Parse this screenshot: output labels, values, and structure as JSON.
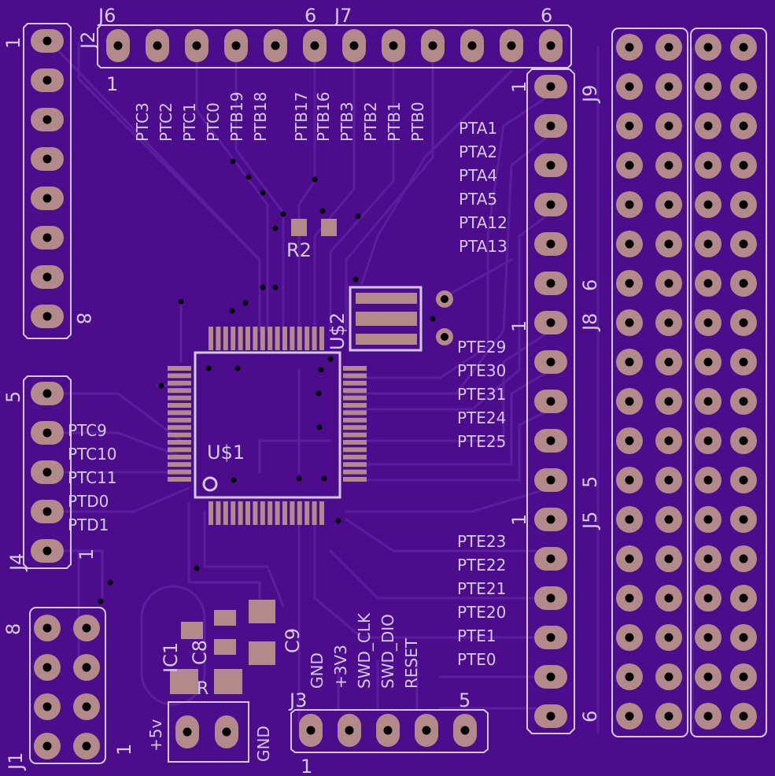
{
  "colors": {
    "board": "#4b0d8c",
    "board_edge": "#3a0a6e",
    "trace": "#5a1fa0",
    "pad": "#b38a8a",
    "silk": "#d6c8ea",
    "drill": "#000000"
  },
  "connectors": [
    {
      "ref": "J6",
      "pin_labels": [
        "1",
        "6"
      ]
    },
    {
      "ref": "J7",
      "pin_labels": [
        "6"
      ]
    },
    {
      "ref": "J2",
      "pin_labels": [
        "1",
        "8"
      ]
    },
    {
      "ref": "J9",
      "pin_labels": [
        "1",
        "6"
      ]
    },
    {
      "ref": "J8",
      "pin_labels": [
        "1"
      ]
    },
    {
      "ref": "J5",
      "pin_labels": [
        "5",
        "1",
        "6"
      ]
    },
    {
      "ref": "J4",
      "pin_labels": [
        "5",
        "1"
      ]
    },
    {
      "ref": "J1",
      "pin_labels": [
        "8",
        "1"
      ]
    },
    {
      "ref": "J3",
      "pin_labels": [
        "1",
        "5"
      ]
    }
  ],
  "top_labels": [
    "PTC3",
    "PTC2",
    "PTC1",
    "PTC0",
    "PTB19",
    "PTB18",
    "PTB17",
    "PTB16",
    "PTB3",
    "PTB2",
    "PTB1",
    "PTB0"
  ],
  "pta_labels": [
    "PTA1",
    "PTA2",
    "PTA4",
    "PTA5",
    "PTA12",
    "PTA13"
  ],
  "pte_upper_labels": [
    "PTE29",
    "PTE30",
    "PTE31",
    "PTE24",
    "PTE25"
  ],
  "pte_lower_labels": [
    "PTE23",
    "PTE22",
    "PTE21",
    "PTE20",
    "PTE1",
    "PTE0"
  ],
  "left_labels": [
    "PTC9",
    "PTC10",
    "PTC11",
    "PTD0",
    "PTD1"
  ],
  "swd_labels": [
    "GND",
    "+3V3",
    "SWD_CLK",
    "SWD_DIO",
    "RESET"
  ],
  "parts": {
    "mcu": "U$1",
    "reg": "U$2",
    "resistor": "R2",
    "ic": "IC1",
    "cap": "C9",
    "cap_small": "C8",
    "r_small": "R"
  },
  "power_labels": {
    "plus": "+5v",
    "gnd": "GND"
  }
}
